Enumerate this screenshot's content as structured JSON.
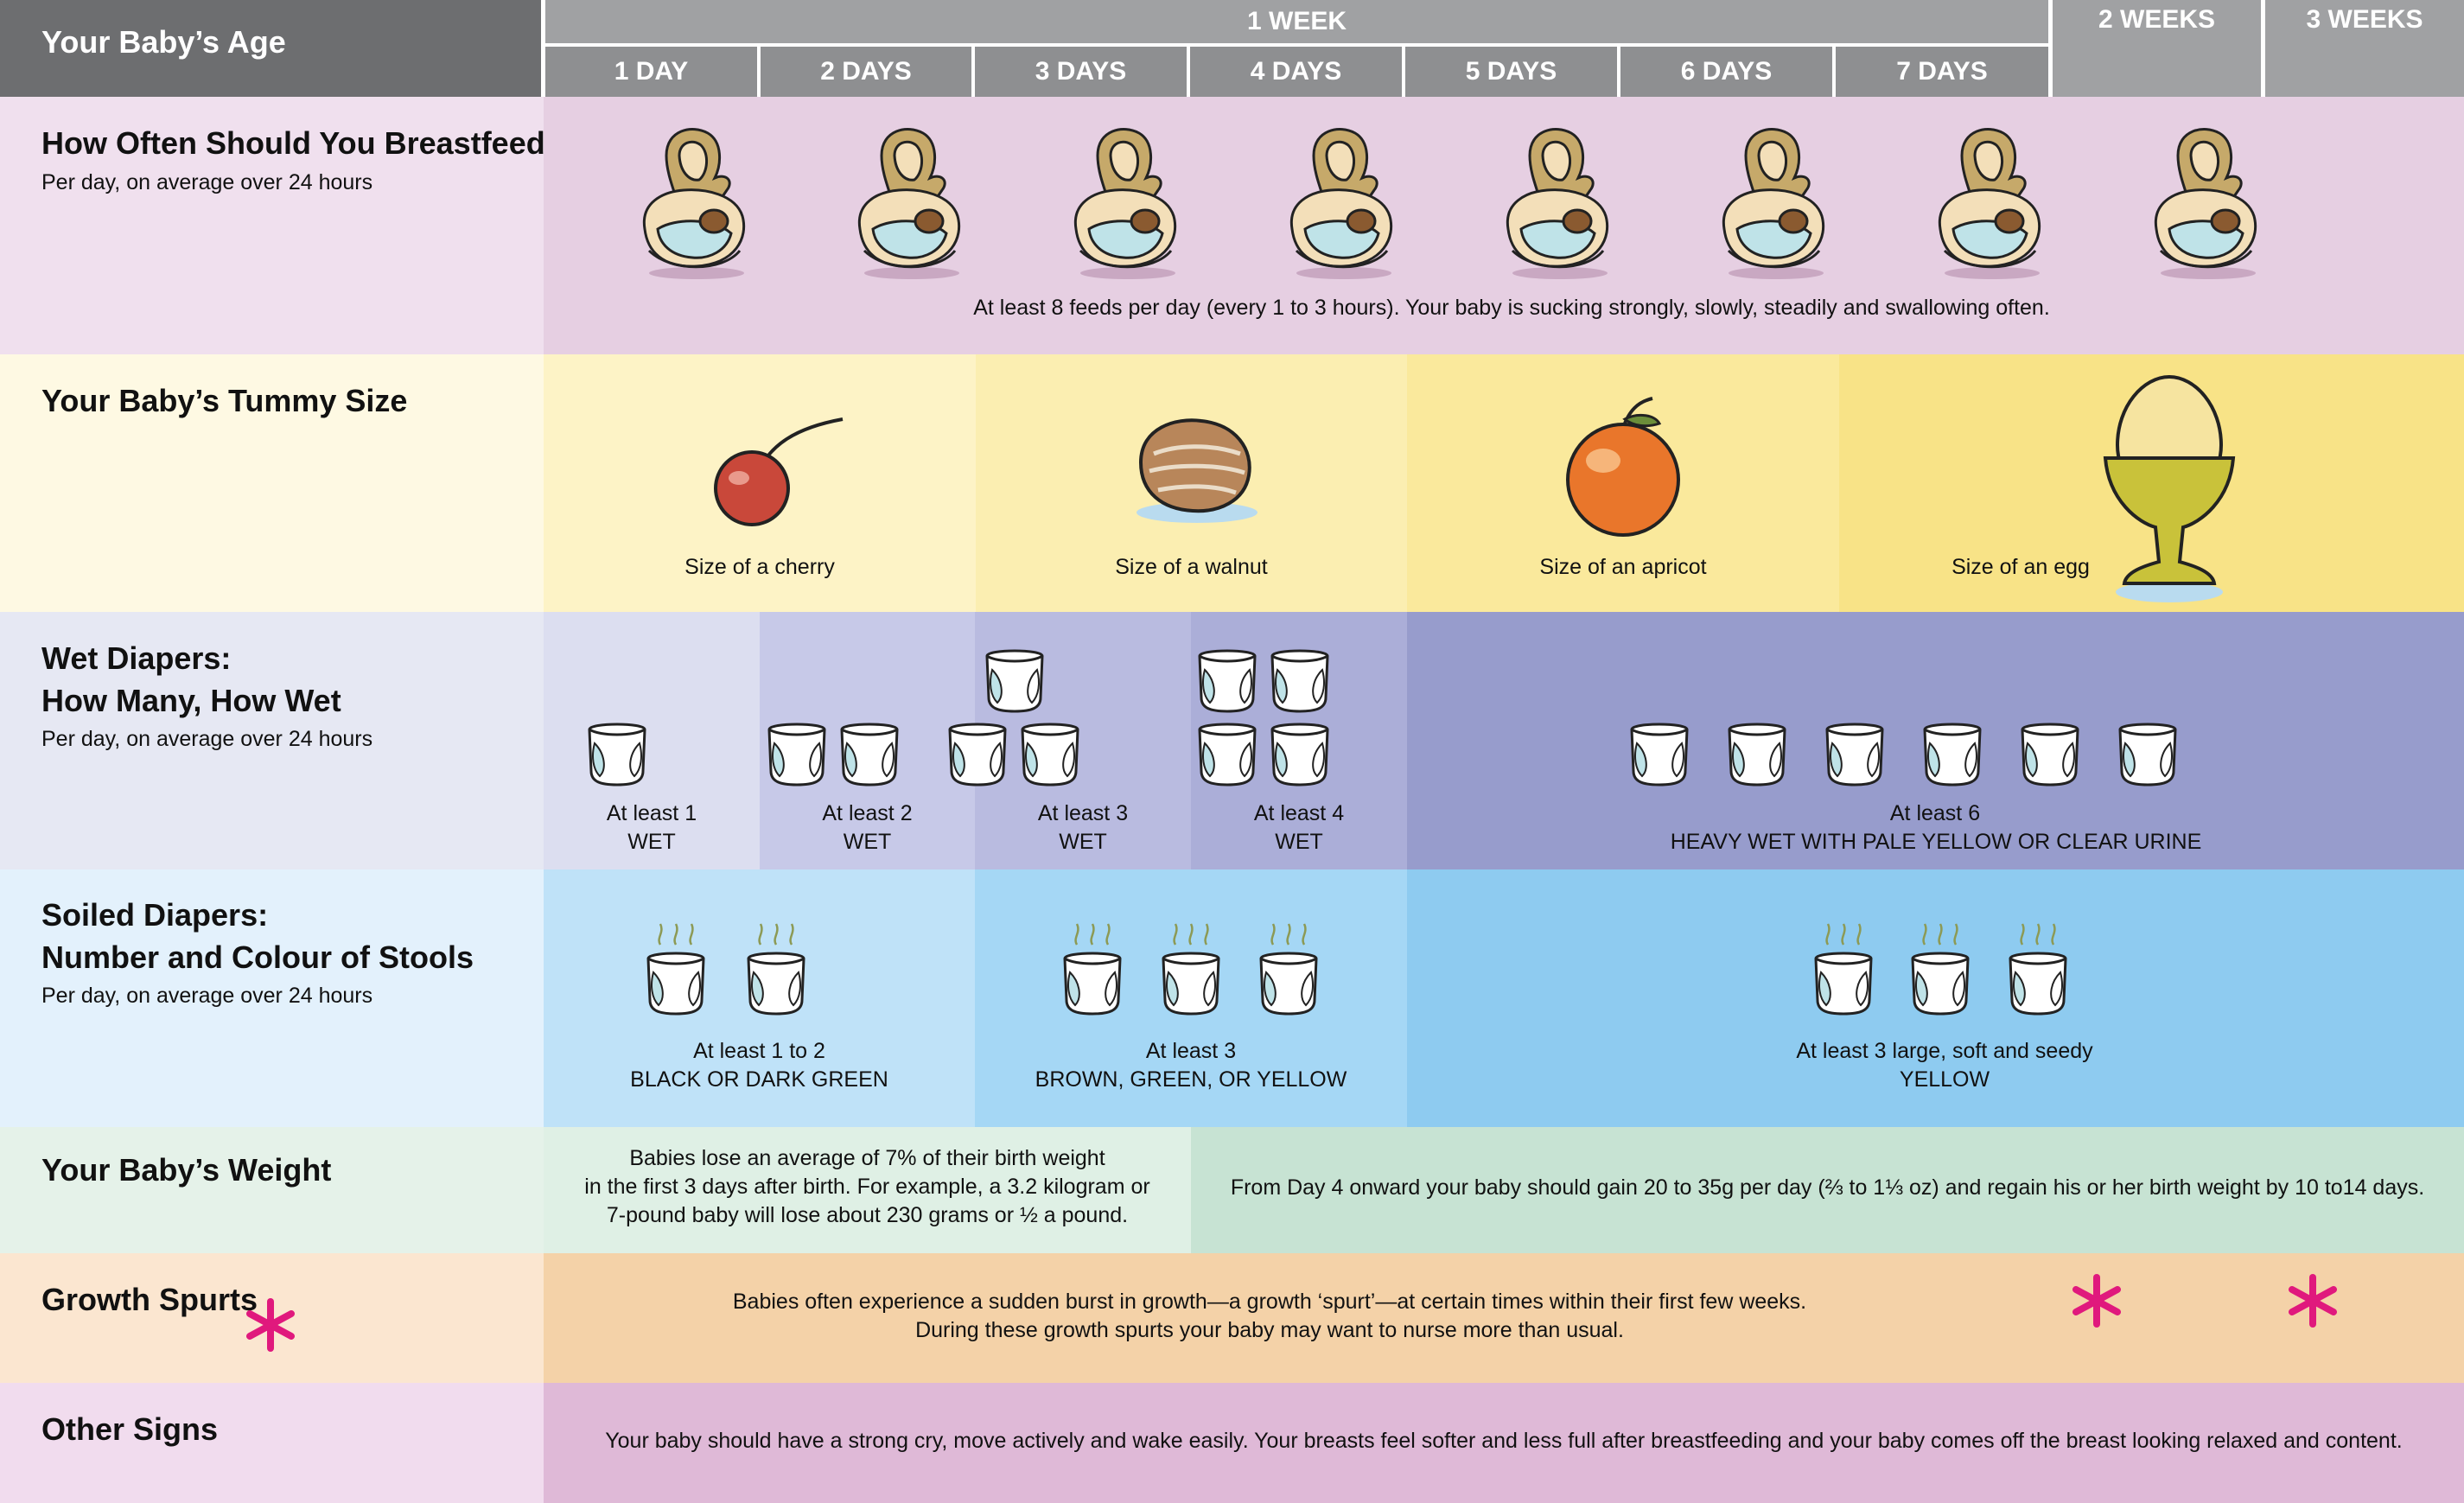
{
  "header": {
    "age_label": "Your Baby’s Age",
    "week_label": "1 WEEK",
    "days": [
      "1 DAY",
      "2 DAYS",
      "3 DAYS",
      "4 DAYS",
      "5 DAYS",
      "6 DAYS",
      "7 DAYS"
    ],
    "week2": "2 WEEKS",
    "week3": "3 WEEKS"
  },
  "rows": {
    "breastfeed": {
      "title": "How Often Should You Breastfeed?",
      "subtitle": "Per day, on average over 24 hours",
      "text": "At least 8 feeds per day (every 1 to 3 hours). Your baby is sucking strongly, slowly, steadily and swallowing often."
    },
    "tummy": {
      "title": "Your Baby’s Tummy Size",
      "items": [
        "Size of a cherry",
        "Size of a walnut",
        "Size of an apricot",
        "Size of an egg"
      ]
    },
    "wet": {
      "title_line1": "Wet Diapers:",
      "title_line2": "How Many, How Wet",
      "subtitle": "Per day, on average over 24 hours",
      "items": [
        {
          "l1": "At least 1",
          "l2": "WET"
        },
        {
          "l1": "At least 2",
          "l2": "WET"
        },
        {
          "l1": "At least 3",
          "l2": "WET"
        },
        {
          "l1": "At least 4",
          "l2": "WET"
        },
        {
          "l1": "At least 6",
          "l2": "HEAVY WET WITH PALE YELLOW OR CLEAR URINE"
        }
      ]
    },
    "soiled": {
      "title_line1": "Soiled Diapers:",
      "title_line2": "Number and Colour of Stools",
      "subtitle": "Per day, on average over 24 hours",
      "items": [
        {
          "l1": "At least 1 to 2",
          "l2": "BLACK OR DARK GREEN"
        },
        {
          "l1": "At least 3",
          "l2": "BROWN, GREEN, OR YELLOW"
        },
        {
          "l1": "At least 3 large, soft and seedy",
          "l2": "YELLOW"
        }
      ]
    },
    "weight": {
      "title": "Your Baby’s Weight",
      "left_l1": "Babies lose an average of 7% of their birth weight",
      "left_l2": "in the first 3 days after birth. For example, a 3.2 kilogram or",
      "left_l3": "7-pound baby will lose about 230 grams or ½ a pound.",
      "right": "From Day 4 onward your baby should gain 20 to 35g per day (⅔ to 1⅓ oz) and regain his or her birth weight by 10 to14 days."
    },
    "growth": {
      "title": "Growth Spurts",
      "l1": "Babies often experience a sudden burst in growth—a growth ‘spurt’—at certain times within their first few weeks.",
      "l2": "During these growth spurts your baby may want to nurse more than usual."
    },
    "other": {
      "title": "Other Signs",
      "text": "Your baby should have a strong cry, move actively and wake easily. Your breasts feel softer and less full after breastfeeding and your baby comes off the breast looking relaxed and content."
    }
  },
  "colors": {
    "header_dark": "#6d6e70",
    "header_light": "#a0a1a3",
    "breastfeed_bg": "#e6cfe2",
    "tummy_bg": "#fdf3c6",
    "wet_bg": "#9a9fcd",
    "soiled_bg": "#8ecbf0",
    "weight_bg": "#c7e3d3",
    "growth_bg": "#f4d2a8",
    "other_bg": "#dfb9d7",
    "asterisk": "#e0197d"
  }
}
